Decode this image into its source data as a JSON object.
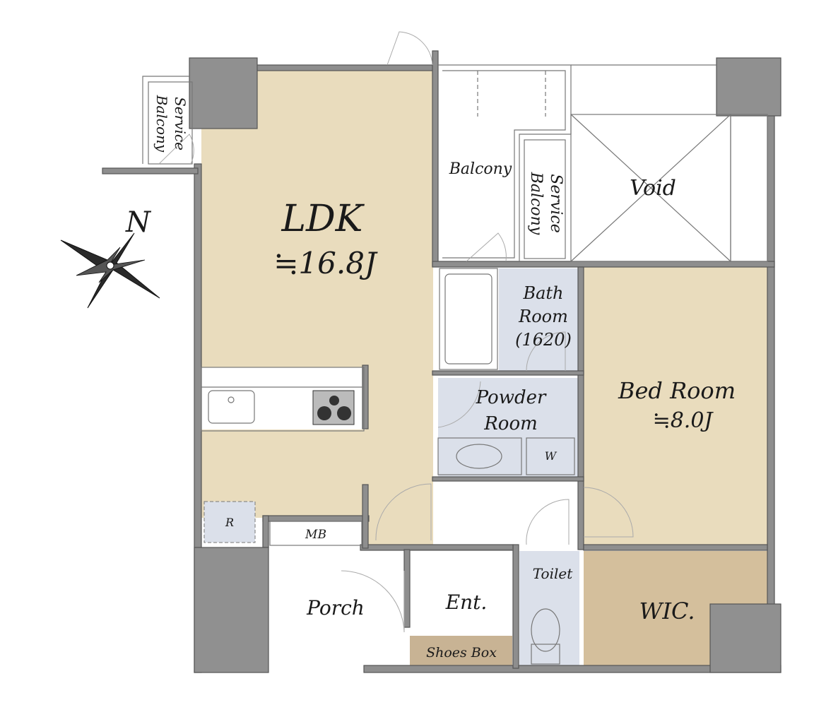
{
  "compass": {
    "label": "N"
  },
  "rooms": {
    "ldk": {
      "name": "LDK",
      "size": "≒16.8J"
    },
    "balcony": {
      "name": "Balcony"
    },
    "service_balcony_left": {
      "line1": "Service",
      "line2": "Balcony"
    },
    "service_balcony_right": {
      "line1": "Service",
      "line2": "Balcony"
    },
    "void": {
      "name": "Void"
    },
    "bath": {
      "line1": "Bath",
      "line2": "Room",
      "line3": "(1620)"
    },
    "powder": {
      "line1": "Powder",
      "line2": "Room"
    },
    "washer": {
      "name": "W"
    },
    "bedroom": {
      "name": "Bed Room",
      "size": "≒8.0J"
    },
    "refrigerator": {
      "name": "R"
    },
    "meter_box": {
      "name": "MB"
    },
    "porch": {
      "name": "Porch"
    },
    "entrance": {
      "name": "Ent."
    },
    "shoes_box": {
      "name": "Shoes Box"
    },
    "toilet": {
      "name": "Toilet"
    },
    "wic": {
      "name": "WIC."
    }
  },
  "colors": {
    "ldk_floor": "#e9dcbd",
    "wet_area": "#dbe0ea",
    "wic_floor": "#d4bf9c",
    "shoes_box": "#c8b394",
    "wall": "#8e8e8e"
  }
}
